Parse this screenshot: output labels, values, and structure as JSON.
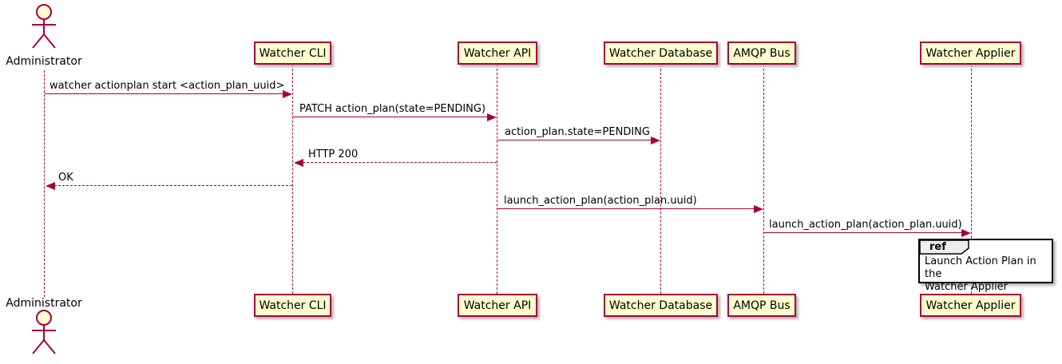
{
  "diagram": {
    "type": "sequence-diagram",
    "actor": {
      "name": "Administrator"
    },
    "participants": [
      {
        "label": "Watcher CLI"
      },
      {
        "label": "Watcher API"
      },
      {
        "label": "Watcher Database"
      },
      {
        "label": "AMQP Bus"
      },
      {
        "label": "Watcher Applier"
      }
    ],
    "messages": [
      {
        "from": "Administrator",
        "to": "Watcher CLI",
        "style": "solid",
        "text": "watcher actionplan start <action_plan_uuid>"
      },
      {
        "from": "Watcher CLI",
        "to": "Watcher API",
        "style": "solid",
        "text": "PATCH action_plan(state=PENDING)"
      },
      {
        "from": "Watcher API",
        "to": "Watcher Database",
        "style": "solid",
        "text": "action_plan.state=PENDING"
      },
      {
        "from": "Watcher API",
        "to": "Watcher CLI",
        "style": "dashed",
        "text": "HTTP 200"
      },
      {
        "from": "Watcher CLI",
        "to": "Administrator",
        "style": "dashed",
        "text": "OK"
      },
      {
        "from": "Watcher API",
        "to": "AMQP Bus",
        "style": "solid",
        "text": "launch_action_plan(action_plan.uuid)"
      },
      {
        "from": "AMQP Bus",
        "to": "Watcher Applier",
        "style": "solid",
        "text": "launch_action_plan(action_plan.uuid)"
      }
    ],
    "ref": {
      "keyword": "ref",
      "line1": "Launch Action Plan in the",
      "line2": "Watcher Applier"
    },
    "colors": {
      "participant_fill": "#FEFECE",
      "participant_border": "#A80036",
      "line": "#A80036",
      "text": "#000000",
      "ref_border": "#000000",
      "ref_header_fill": "#EEEEEE",
      "background": "#FFFFFF"
    }
  }
}
